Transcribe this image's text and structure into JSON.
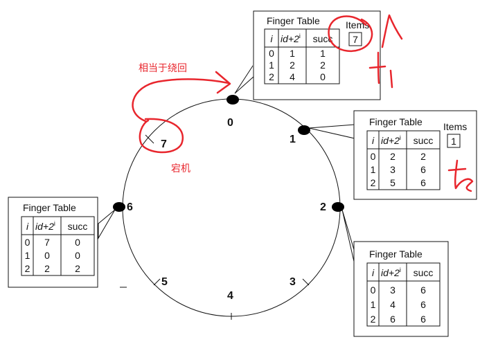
{
  "diagram": {
    "node_labels": [
      "0",
      "1",
      "2",
      "3",
      "4",
      "5",
      "6",
      "7"
    ],
    "active_nodes": [
      0,
      1,
      2,
      6
    ],
    "finger_table_title": "Finger Table",
    "columns": [
      "i",
      "id+2",
      "i",
      "succ"
    ],
    "items_label": "Items",
    "tables": {
      "n0": {
        "rows": [
          [
            "0",
            "1",
            "1"
          ],
          [
            "1",
            "2",
            "2"
          ],
          [
            "2",
            "4",
            "0"
          ]
        ],
        "items": "7"
      },
      "n1": {
        "rows": [
          [
            "0",
            "2",
            "2"
          ],
          [
            "1",
            "3",
            "6"
          ],
          [
            "2",
            "5",
            "6"
          ]
        ],
        "items": "1"
      },
      "n2": {
        "rows": [
          [
            "0",
            "3",
            "6"
          ],
          [
            "1",
            "4",
            "6"
          ],
          [
            "2",
            "6",
            "6"
          ]
        ]
      },
      "n6": {
        "rows": [
          [
            "0",
            "7",
            "0"
          ],
          [
            "1",
            "0",
            "0"
          ],
          [
            "2",
            "2",
            "2"
          ]
        ]
      }
    },
    "annotations": {
      "wrap_note": "相当于绕回",
      "crash_note": "宕机",
      "handwriting_color": "#e8262d"
    }
  }
}
